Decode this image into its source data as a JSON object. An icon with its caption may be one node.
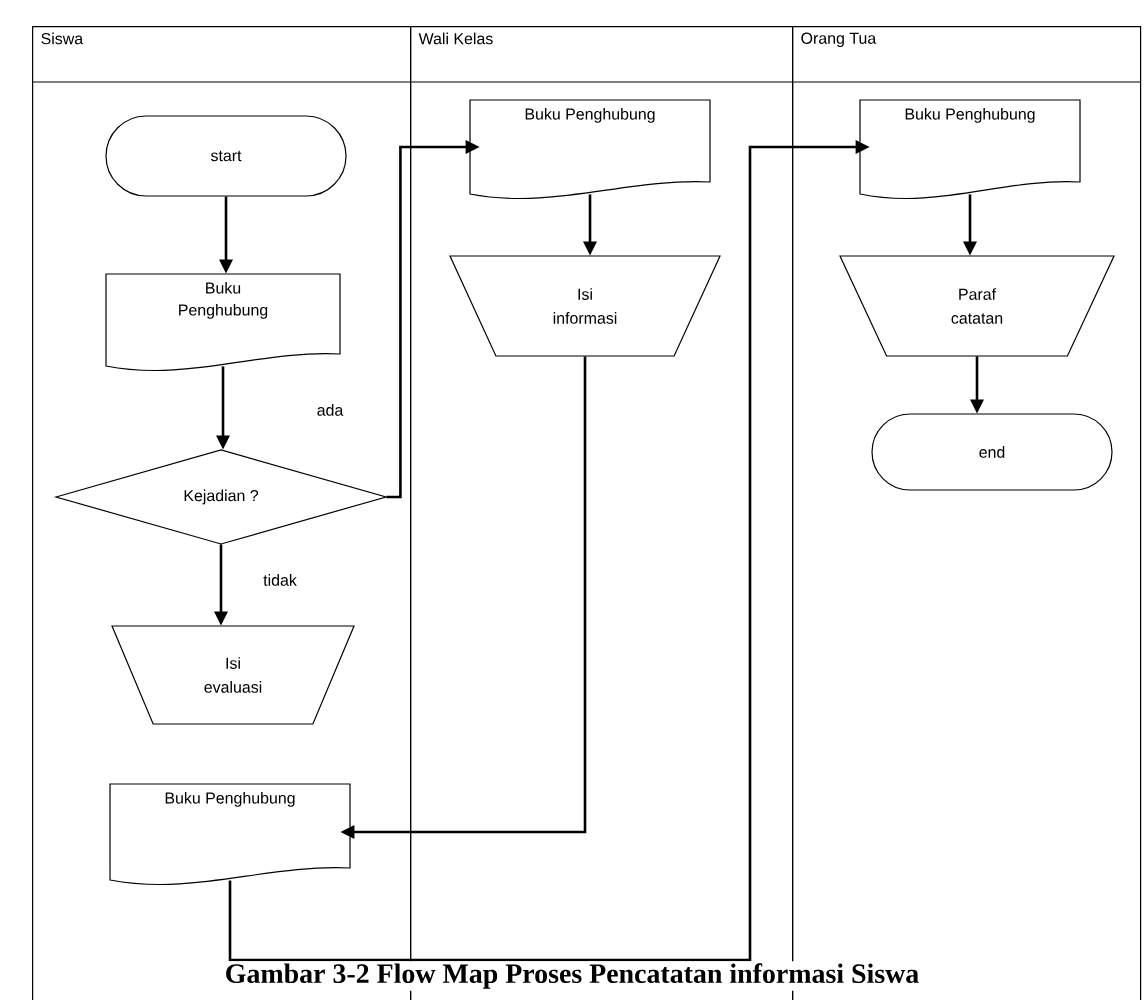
{
  "diagram": {
    "caption": "Gambar 3-2 Flow Map Proses Pencatatan informasi Siswa",
    "nodes": [
      {
        "text": [
          "Siswa"
        ]
      },
      {
        "text": [
          "Wali Kelas"
        ]
      },
      {
        "text": [
          "Orang Tua"
        ]
      },
      {
        "text": [
          "start"
        ],
        "in": 0
      },
      {
        "text": [
          "Buku Penghubung"
        ],
        "in": 0
      },
      {
        "text": [
          "Kejadian ?"
        ],
        "in": 0
      },
      {
        "text": [
          "Isi evaluasi"
        ],
        "in": 0
      },
      {
        "text": [
          "Buku Penghubung"
        ],
        "in": 0
      },
      {
        "text": [
          "Buku Penghubung"
        ],
        "in": 1
      },
      {
        "text": [
          "Isi informasi"
        ],
        "in": 1
      },
      {
        "text": [
          "Buku Penghubung"
        ],
        "in": 2
      },
      {
        "text": [
          "Paraf catatan"
        ],
        "in": 2
      },
      {
        "text": [
          "end"
        ],
        "in": 2
      }
    ],
    "edges": [
      {
        "from": 3,
        "to": 4,
        "arrow": "to"
      },
      {
        "from": 4,
        "to": 5,
        "arrow": "to"
      },
      {
        "from": 5,
        "to": 8,
        "arrow": "to",
        "label": "ada"
      },
      {
        "from": 5,
        "to": 6,
        "arrow": "to",
        "label": "tidak"
      },
      {
        "from": 8,
        "to": 9,
        "arrow": "to"
      },
      {
        "from": 9,
        "to": 7,
        "arrow": "to"
      },
      {
        "from": 7,
        "to": 10,
        "arrow": "to"
      },
      {
        "from": 10,
        "to": 11,
        "arrow": "to"
      },
      {
        "from": 11,
        "to": 12,
        "arrow": "to"
      }
    ]
  }
}
